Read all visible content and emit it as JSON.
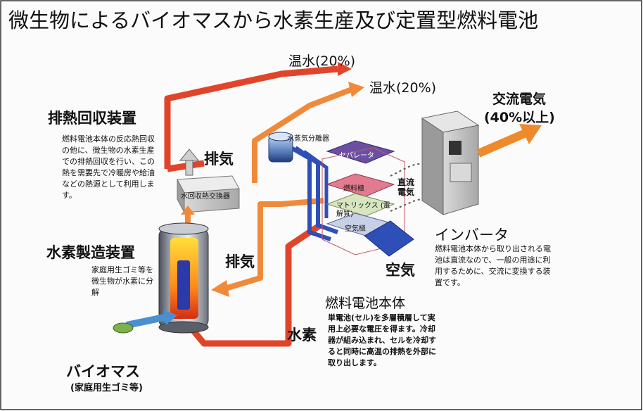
{
  "title": "微生物によるバイオマスから水素生産及び定置型燃料電池",
  "labels": {
    "hot_water_1": "温水(20%)",
    "hot_water_2": "温水(20%)",
    "ac_power": "交流電気",
    "ac_power_pct": "(40%以上)",
    "heat_recovery_title": "排熱回収装置",
    "heat_recovery_desc": "燃料電池本体の反応熱回収の他に、微生物の水素生産での排熱回収を行い、この熱を需要先で冷暖房や給油などの熱源として利用します。",
    "exhaust_1": "排気",
    "exhaust_2": "排気",
    "water_heat_exchanger": "水回収熱交換器",
    "steam_separator": "水蒸気分離器",
    "separator": "セパレータ",
    "fuel_electrode": "燃料極",
    "matrix": "マトリックス (電解質)",
    "air_electrode": "空気極",
    "dc_power": "直流 電気",
    "inverter_title": "インバータ",
    "inverter_desc": "燃料電池本体から取り出される電池は直流なので、一般の用途に利用するために、交流に変換する装置です。",
    "h2_production_title": "水素製造装置",
    "h2_production_desc": "家庭用生ゴミ等を微生物が水素に分解",
    "air": "空気",
    "hydrogen": "水素",
    "fuel_cell_title": "燃料電池本体",
    "fuel_cell_desc": "単電池(セル)を多層積層して実用上必要な電圧を得ます。冷却器が組み込まれ、セルを冷却すると同時に高温の排熱を外部に取り出します。",
    "biomass": "バイオマス",
    "biomass_sub": "(家庭用生ゴミ等)"
  },
  "colors": {
    "hot_pipe": "#e0452a",
    "exhaust_pipe": "#f08a3a",
    "water_pipe": "#2f4fb8",
    "arrow_orange": "#ee8a2c"
  }
}
